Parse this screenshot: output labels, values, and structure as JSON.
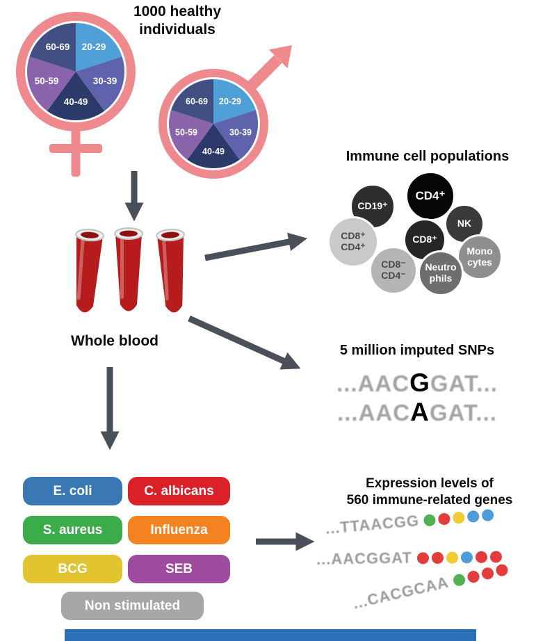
{
  "header": {
    "title_line1": "1000 healthy",
    "title_line2": "individuals"
  },
  "demographics": {
    "age_labels": [
      "20-29",
      "30-39",
      "40-49",
      "50-59",
      "60-69"
    ],
    "age_colors": [
      "#4fa0d8",
      "#5f63ab",
      "#2c3a69",
      "#8a64aa",
      "#414f82"
    ],
    "symbol_color": "#ee8a8d"
  },
  "blood": {
    "label": "Whole blood",
    "tube_color": "#b71c1c",
    "tube_rim_color": "#ededed"
  },
  "arrows": {
    "color": "#4a5059"
  },
  "immune": {
    "title": "Immune cell populations",
    "cells": [
      {
        "line1": "CD19⁺",
        "line2": "",
        "bg": "#2e2e2e",
        "fg": "#ffffff"
      },
      {
        "line1": "NK",
        "line2": "",
        "bg": "#3a3a3a",
        "fg": "#ffffff"
      },
      {
        "line1": "CD4⁺",
        "line2": "",
        "bg": "#060606",
        "fg": "#ffffff"
      },
      {
        "line1": "CD8⁺",
        "line2": "CD4⁺",
        "bg": "#c9c9c9",
        "fg": "#4a4a4a"
      },
      {
        "line1": "CD8⁺",
        "line2": "",
        "bg": "#262626",
        "fg": "#ffffff"
      },
      {
        "line1": "Mono",
        "line2": "cytes",
        "bg": "#8f8f8f",
        "fg": "#ffffff"
      },
      {
        "line1": "CD8⁻",
        "line2": "CD4⁻",
        "bg": "#b5b5b5",
        "fg": "#4a4a4a"
      },
      {
        "line1": "Neutro",
        "line2": "phils",
        "bg": "#6e6e6e",
        "fg": "#ffffff"
      }
    ]
  },
  "snps": {
    "title": "5 million imputed SNPs",
    "sequences": [
      {
        "pre": "...AAC",
        "variant": "G",
        "post": "GAT..."
      },
      {
        "pre": "...AAC",
        "variant": "A",
        "post": "GAT..."
      }
    ]
  },
  "stimulations": [
    {
      "label": "E. coli",
      "color": "#3a78b3"
    },
    {
      "label": "C. albicans",
      "color": "#da2128"
    },
    {
      "label": "S. aureus",
      "color": "#3cab49"
    },
    {
      "label": "Influenza",
      "color": "#f58220"
    },
    {
      "label": "BCG",
      "color": "#e2c431"
    },
    {
      "label": "SEB",
      "color": "#9e4b9f"
    },
    {
      "label": "Non stimulated",
      "color": "#a7a7a7"
    }
  ],
  "expression": {
    "title_line1": "Expression levels of",
    "title_line2": "560 immune-related genes",
    "rows": [
      {
        "seq": "...TTAACGG",
        "beads": [
          "#52b153",
          "#e23c3c",
          "#f0cb33",
          "#4d9bd8",
          "#4d9bd8"
        ]
      },
      {
        "seq": "...AACGGAT",
        "beads": [
          "#e23c3c",
          "#e23c3c",
          "#f0cb33",
          "#4d9bd8",
          "#e23c3c",
          "#e23c3c"
        ]
      },
      {
        "seq": "...CACGCAA",
        "beads": [
          "#52b153",
          "#e23c3c",
          "#e23c3c",
          "#e23c3c"
        ]
      }
    ]
  },
  "footer": {
    "bar_color": "#2d6fb8"
  }
}
